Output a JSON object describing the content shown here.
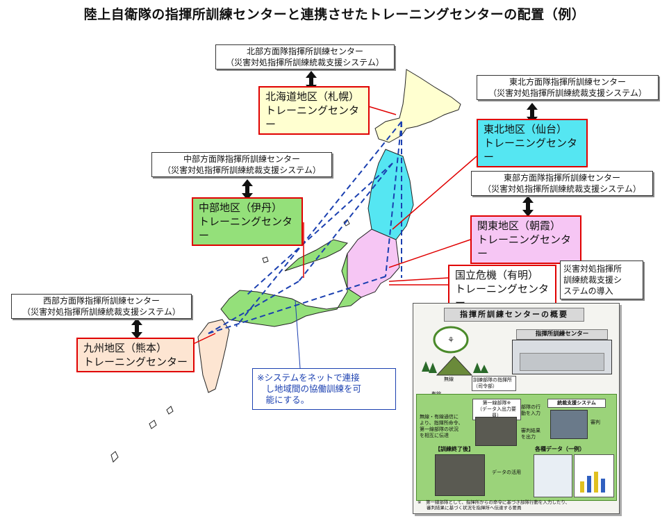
{
  "title": "陸上自衛隊の指揮所訓練センターと連携させたトレーニングセンターの配置（例）",
  "centers": {
    "hokkaido": {
      "system": "北部方面隊指揮所訓練センター\n（災害対処指揮所訓練統裁支援システム）",
      "name": "北海道地区（札幌）\nトレーニングセンター",
      "fill": "#ffffd0"
    },
    "tohoku": {
      "system": "東北方面隊指揮所訓練センター\n（災害対処指揮所訓練統裁支援システム）",
      "name": "東北地区（仙台）\nトレーニングセンター",
      "fill": "#55e6f2"
    },
    "chubu": {
      "system": "中部方面隊指揮所訓練センター\n（災害対処指揮所訓練統裁支援システム）",
      "name": "中部地区（伊丹）\nトレーニングセンター",
      "fill": "#94e07a"
    },
    "kanto": {
      "system": "東部方面隊指揮所訓練センター\n（災害対処指揮所訓練統裁支援システム）",
      "name": "関東地区（朝霞）\nトレーニングセンター",
      "fill": "#f6c6f4"
    },
    "kokuritsu": {
      "name": "国立危機（有明）\nトレーニングセンター",
      "extra": "災害対処指揮所\n訓練統裁支援シ\nステムの導入",
      "fill": "#ffffff"
    },
    "kyushu": {
      "system": "西部方面隊指揮所訓練センター\n（災害対処指揮所訓練統裁支援システム）",
      "name": "九州地区（熊本）\nトレーニングセンター",
      "fill": "#fde5d2"
    }
  },
  "note": "※システムをネットで連接\n　し地域間の協働訓練を可\n　能にする。",
  "overview": {
    "title": "指揮所訓練センターの概要",
    "center_label": "指揮所訓練センター",
    "wired": "有線",
    "wireless": "無線",
    "unit_label": "第一線部隊※\n（データ入出力要員）",
    "hq_label": "訓練部隊の指揮所\n（司令部）",
    "input_label": "部隊の行\n動を入力",
    "system_label": "統裁支援システム",
    "print_label": "審判結果\nを出力",
    "judge_label": "審判",
    "relay_label": "無線・有線通信に\nより、指揮所命令、\n第一線部隊の状況\nを相互に伝達",
    "after_label": "【訓練終了後】",
    "data_label": "各種データ（一例）",
    "use_label": "データの活用",
    "footer": "※　第一線部隊として、指揮所からの命令に基づき部隊行動を入力したり、\n　　審判結果に基づく状況を指揮所へ伝達する要員"
  },
  "colors": {
    "link_red": "#e00000",
    "network_blue": "#1a3fb0",
    "region_kanto": "#f6c6f4",
    "region_tohoku": "#55e6f2",
    "region_hokkaido": "#ffffd0",
    "region_chubu": "#94e07a",
    "region_kyushu": "#fde5d2"
  }
}
